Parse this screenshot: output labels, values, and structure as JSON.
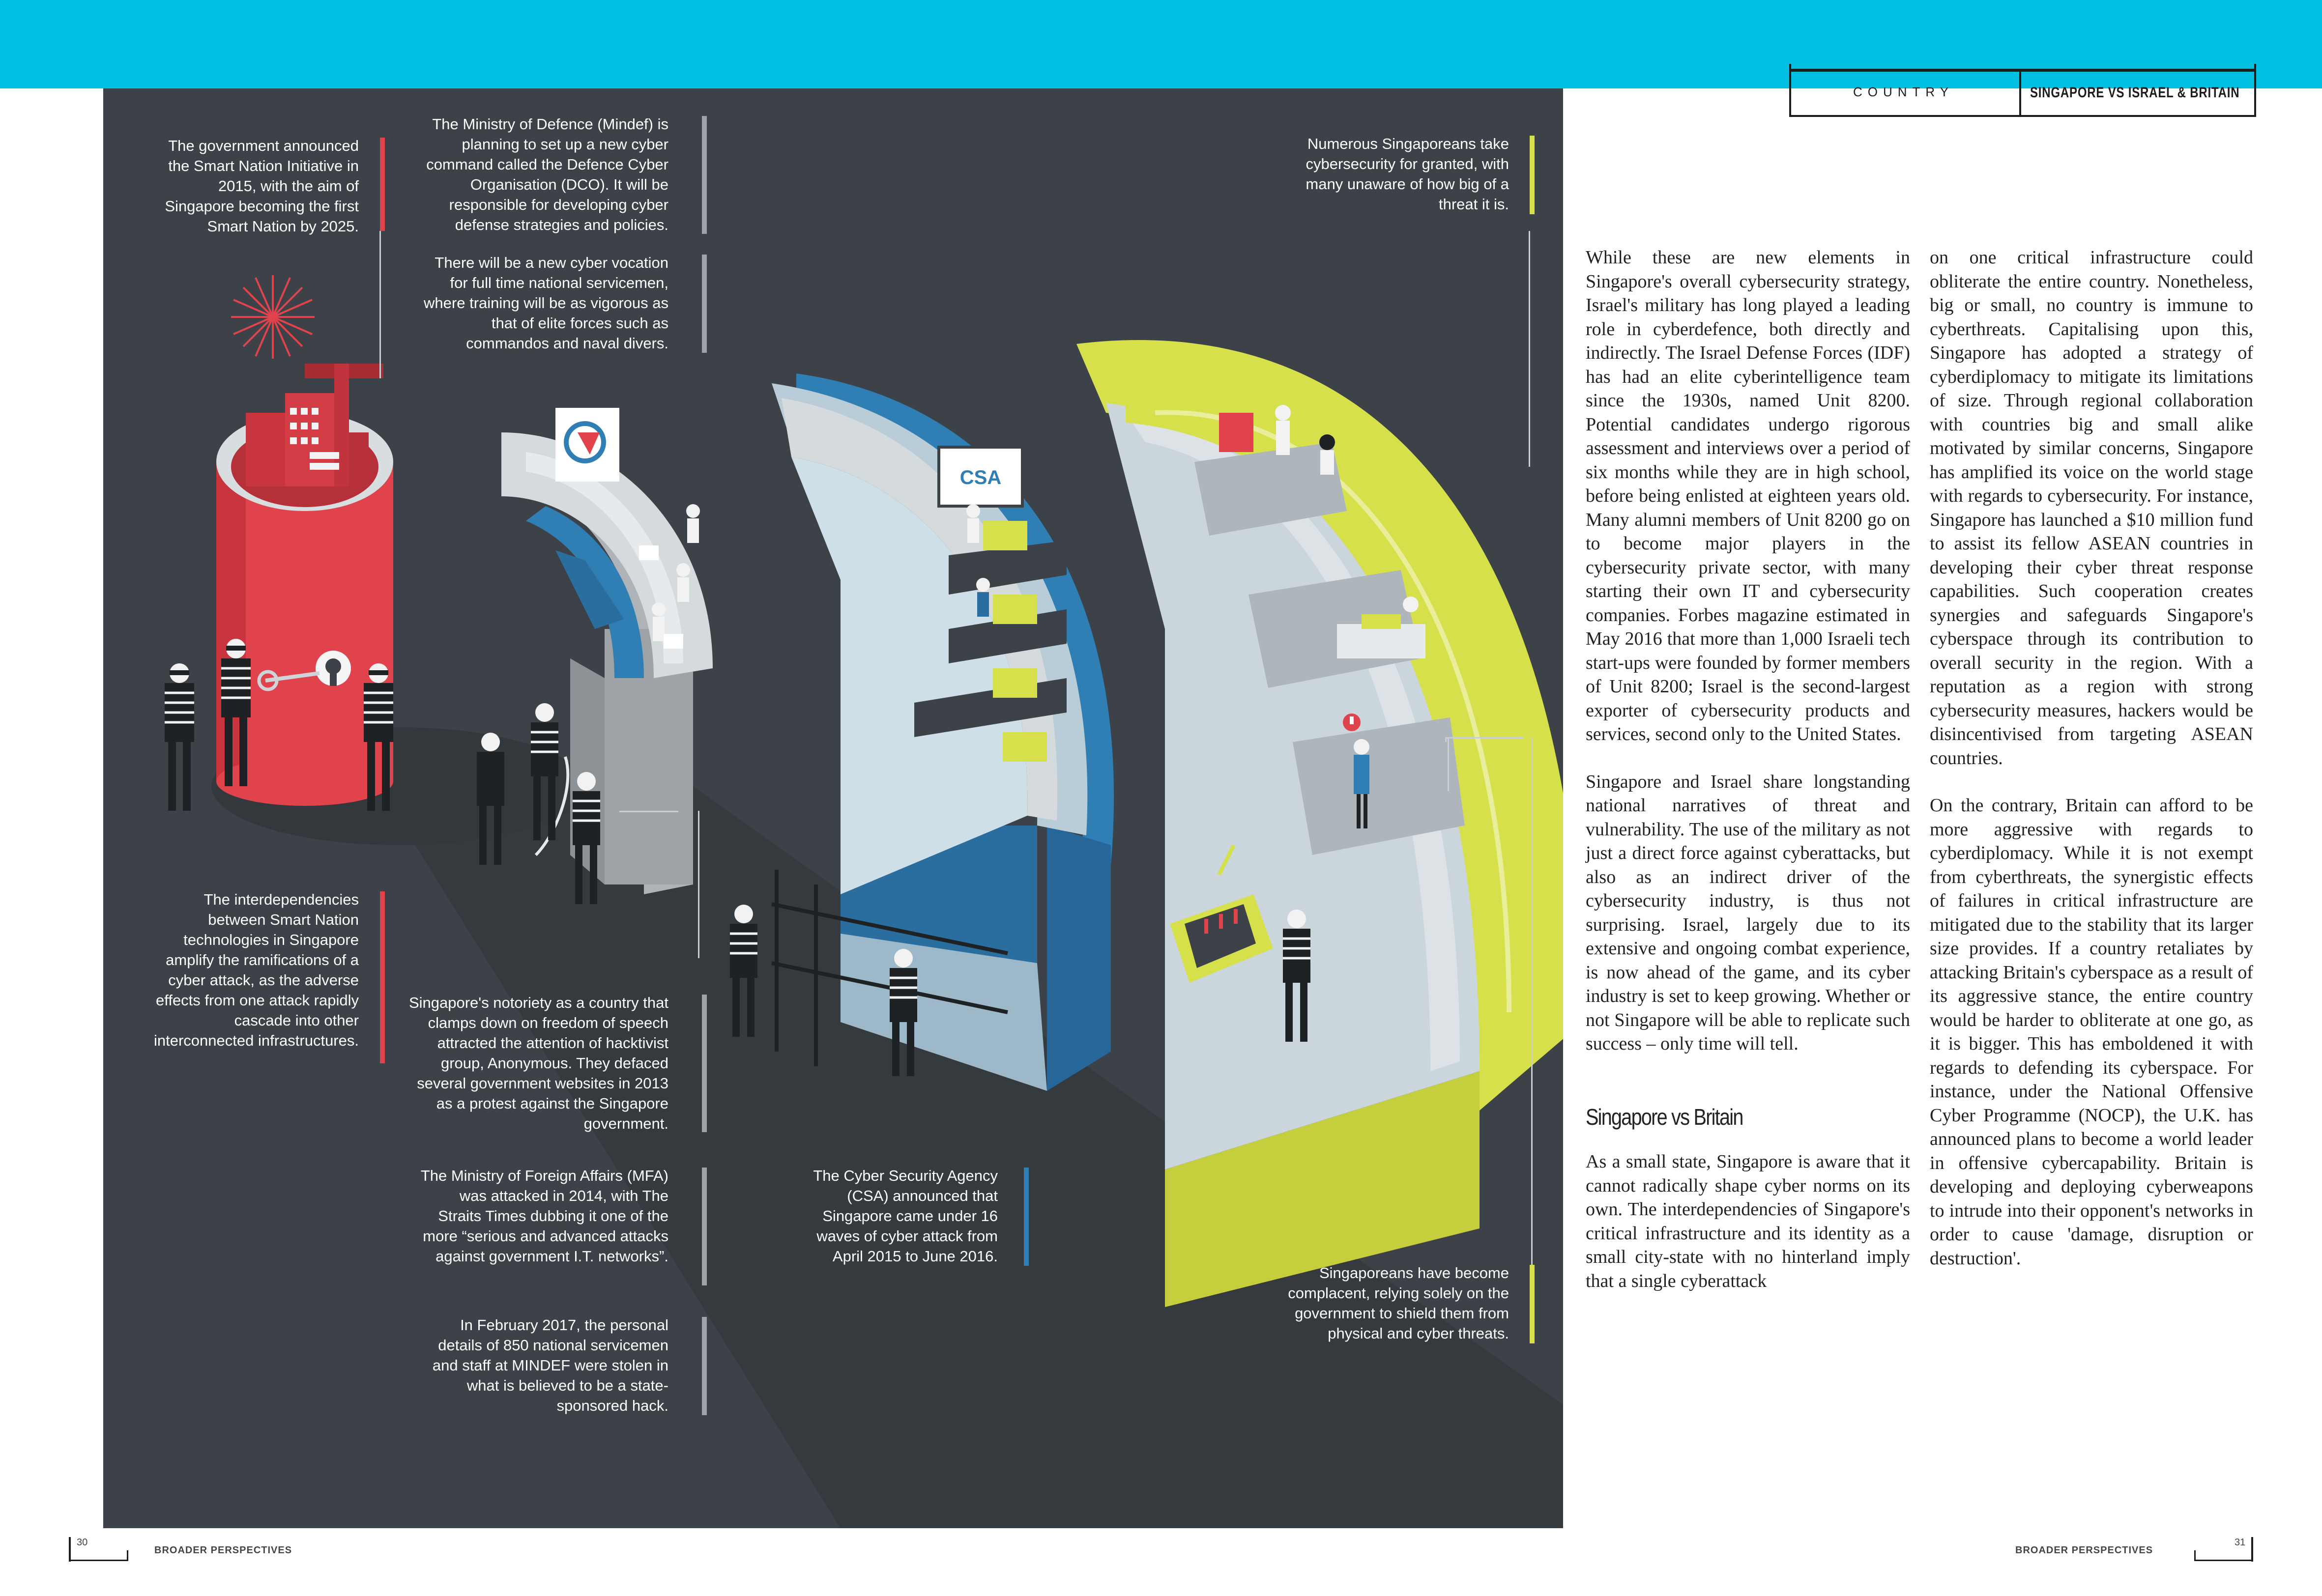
{
  "header": {
    "section_label": "COUNTRY",
    "title": "SINGAPORE VS ISRAEL & BRITAIN"
  },
  "callouts": {
    "smart_nation": "The government announced the Smart Nation Initiative in 2015, with the aim of Singapore becoming the first Smart Nation by 2025.",
    "mindef_dco": "The Ministry of Defence (Mindef) is planning to set up a new cyber command called the Defence Cyber Organisation (DCO). It will be responsible for developing cyber defense strategies and policies.",
    "cyber_vocation": "There will be a new cyber vocation for full time national servicemen, where training will be as vigorous as that of elite forces such as commandos and naval divers.",
    "granted": "Numerous Singaporeans take cybersecurity for granted, with many unaware of how big of a threat it is.",
    "interdependencies": "The interdependencies between Smart Nation technologies in Singapore amplify the ramifications of a cyber attack, as the adverse effects from one attack rapidly cascade into other interconnected infrastructures.",
    "notoriety": "Singapore's notoriety as a country that clamps down on freedom of speech attracted the attention of hacktivist group, Anonymous. They defaced several government websites in 2013 as a protest against the Singapore government.",
    "mfa": "The Ministry of Foreign Affairs (MFA) was attacked in 2014, with The Straits Times dubbing it one of the more “serious and advanced attacks against government I.T. networks”.",
    "csa": "The Cyber Security Agency (CSA) announced that Singapore came under 16 waves of cyber attack from April 2015 to June 2016.",
    "mindef_hack": "In February 2017, the personal details of 850 national servicemen and staff at MINDEF were stolen in what is believed to be a state-sponsored hack.",
    "complacent": "Singaporeans have become complacent, relying solely on the government to shield them from physical and cyber threats."
  },
  "illustration": {
    "csa_screen_label": "CSA"
  },
  "article": {
    "col1_p1": "While these are new elements in Singapore's overall cybersecurity strategy, Israel's military has long played a leading role in cyberdefence, both directly and indirectly. The Israel Defense Forces (IDF) has had an elite cyberintelligence team since the 1930s, named Unit 8200. Potential candidates undergo rigorous assessment and interviews over a period of six months while they are in high school, before being enlisted at eighteen years old. Many alumni members of Unit 8200 go on to become major players in the cybersecurity private sector, with many starting their own IT and cybersecurity companies. Forbes magazine estimated in May 2016 that more than 1,000 Israeli tech start-ups were founded by former members of Unit 8200; Israel is the second-largest exporter of cybersecurity products and services, second only to the United States.",
    "col1_p2": "Singapore and Israel share longstanding national narratives of threat and vulnerability. The use of the military as not just a direct force against cyberattacks, but also as an indirect driver of the cybersecurity industry, is thus not surprising. Israel, largely due to its extensive and ongoing combat experience, is now ahead of the game, and its cyber industry is set to keep growing. Whether or not Singapore will be able to replicate such success – only time will tell.",
    "section_heading": "Singapore vs Britain",
    "col1_p3": "As a small state, Singapore is aware that it cannot radically shape cyber norms on its own. The interdependencies of Singapore's critical infrastructure and its identity as a small city-state with no hinterland imply that a single cyberattack",
    "col2_p1": "on one critical infrastructure could obliterate the entire country. Nonetheless, big or small, no country is immune to cyberthreats. Capitalising upon this, Singapore has adopted a strategy of cyberdiplomacy to mitigate its limitations of size. Through regional collaboration with countries big and small alike motivated by similar concerns, Singapore has amplified its voice on the world stage with regards to cybersecurity. For instance, Singapore has launched a $10 million fund to assist its fellow ASEAN countries in developing their cyber threat response capabilities. Such cooperation creates synergies and safeguards Singapore's cyberspace through its contribution to overall security in the region. With a reputation as a region with strong cybersecurity measures, hackers would be disincentivised from targeting ASEAN countries.",
    "col2_p2": "On the contrary, Britain can afford to be more aggressive with regards to cyberdiplomacy. While it is not exempt from cyberthreats, the synergistic effects of failures in critical infrastructure are mitigated due to the stability that its larger size provides. If a country retaliates by attacking Britain's cyberspace as a result of its aggressive stance, the entire country would be harder to obliterate at one go, as it is bigger. This has emboldened it with regards to defending its cyberspace. For instance, under the National Offensive Cyber Programme (NOCP), the U.K. has announced plans to become a world leader in offensive cybercapability. Britain is developing and deploying cyberweapons to intrude into their opponent's networks in order to cause 'damage, disruption or destruction'."
  },
  "footer": {
    "left_page": "30",
    "left_title": "BROADER PERSPECTIVES",
    "right_title": "BROADER PERSPECTIVES",
    "right_page": "31"
  },
  "colors": {
    "top_bar": "#00bfe0",
    "panel": "#3c4247",
    "accent_red": "#e0434c",
    "accent_blue": "#2f7fb4",
    "accent_lime": "#d6e04a",
    "grey": "#9ea3a7"
  }
}
